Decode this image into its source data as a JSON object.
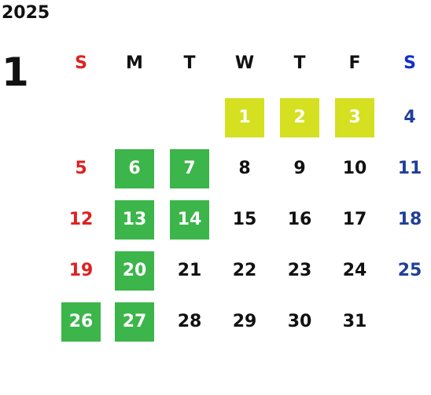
{
  "calendar": {
    "year": "2025",
    "month": "1",
    "weekdays": [
      "S",
      "M",
      "T",
      "W",
      "T",
      "F",
      "S"
    ],
    "colors": {
      "sunday": "#e02020",
      "saturday_number": "#1f3f9a",
      "saturday_header": "#1030d0",
      "highlight_yellow": "#d4e020",
      "highlight_green": "#3cb54a",
      "text": "#111111"
    },
    "weeks": [
      [
        null,
        null,
        null,
        {
          "day": "1",
          "mark": "yellow"
        },
        {
          "day": "2",
          "mark": "yellow"
        },
        {
          "day": "3",
          "mark": "yellow"
        },
        {
          "day": "4"
        }
      ],
      [
        {
          "day": "5"
        },
        {
          "day": "6",
          "mark": "green"
        },
        {
          "day": "7",
          "mark": "green"
        },
        {
          "day": "8"
        },
        {
          "day": "9"
        },
        {
          "day": "10"
        },
        {
          "day": "11"
        }
      ],
      [
        {
          "day": "12"
        },
        {
          "day": "13",
          "mark": "green"
        },
        {
          "day": "14",
          "mark": "green"
        },
        {
          "day": "15"
        },
        {
          "day": "16"
        },
        {
          "day": "17"
        },
        {
          "day": "18"
        }
      ],
      [
        {
          "day": "19"
        },
        {
          "day": "20",
          "mark": "green"
        },
        {
          "day": "21"
        },
        {
          "day": "22"
        },
        {
          "day": "23"
        },
        {
          "day": "24"
        },
        {
          "day": "25"
        }
      ],
      [
        {
          "day": "26",
          "mark": "green"
        },
        {
          "day": "27",
          "mark": "green"
        },
        {
          "day": "28"
        },
        {
          "day": "29"
        },
        {
          "day": "30"
        },
        {
          "day": "31"
        },
        null
      ]
    ]
  }
}
